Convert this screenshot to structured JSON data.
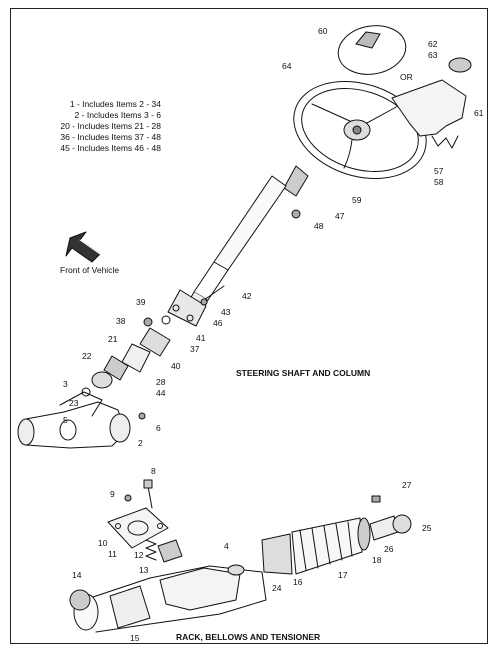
{
  "legend": [
    "1 - Includes Items 2 - 34",
    "2 - Includes Items 3 - 6",
    "20 - Includes Items 21 - 28",
    "36 - Includes Items 37 - 48",
    "45 - Includes Items 46 - 48"
  ],
  "captions": {
    "steering": "STEERING SHAFT AND COLUMN",
    "rack": "RACK, BELLOWS AND TENSIONER"
  },
  "labels": {
    "front_of_vehicle": "Front of Vehicle",
    "or": "OR"
  },
  "callouts": [
    {
      "id": "c60",
      "text": "60"
    },
    {
      "id": "c62",
      "text": "62"
    },
    {
      "id": "c63",
      "text": "63"
    },
    {
      "id": "c64",
      "text": "64"
    },
    {
      "id": "c61",
      "text": "61"
    },
    {
      "id": "c57",
      "text": "57"
    },
    {
      "id": "c58",
      "text": "58"
    },
    {
      "id": "c59",
      "text": "59"
    },
    {
      "id": "c47",
      "text": "47"
    },
    {
      "id": "c48",
      "text": "48"
    },
    {
      "id": "c42",
      "text": "42"
    },
    {
      "id": "c43",
      "text": "43"
    },
    {
      "id": "c46",
      "text": "46"
    },
    {
      "id": "c39",
      "text": "39"
    },
    {
      "id": "c38",
      "text": "38"
    },
    {
      "id": "c41",
      "text": "41"
    },
    {
      "id": "c37",
      "text": "37"
    },
    {
      "id": "c21",
      "text": "21"
    },
    {
      "id": "c40",
      "text": "40"
    },
    {
      "id": "c22",
      "text": "22"
    },
    {
      "id": "c28",
      "text": "28"
    },
    {
      "id": "c44",
      "text": "44"
    },
    {
      "id": "c3",
      "text": "3"
    },
    {
      "id": "c23",
      "text": "23"
    },
    {
      "id": "c5",
      "text": "5"
    },
    {
      "id": "c6",
      "text": "6"
    },
    {
      "id": "c2",
      "text": "2"
    },
    {
      "id": "c8",
      "text": "8"
    },
    {
      "id": "c9",
      "text": "9"
    },
    {
      "id": "c27",
      "text": "27"
    },
    {
      "id": "c25",
      "text": "25"
    },
    {
      "id": "c10",
      "text": "10"
    },
    {
      "id": "c11",
      "text": "11"
    },
    {
      "id": "c12",
      "text": "12"
    },
    {
      "id": "c4",
      "text": "4"
    },
    {
      "id": "c26",
      "text": "26"
    },
    {
      "id": "c18",
      "text": "18"
    },
    {
      "id": "c13",
      "text": "13"
    },
    {
      "id": "c17",
      "text": "17"
    },
    {
      "id": "c16",
      "text": "16"
    },
    {
      "id": "c24",
      "text": "24"
    },
    {
      "id": "c14",
      "text": "14"
    },
    {
      "id": "c15",
      "text": "15"
    }
  ]
}
